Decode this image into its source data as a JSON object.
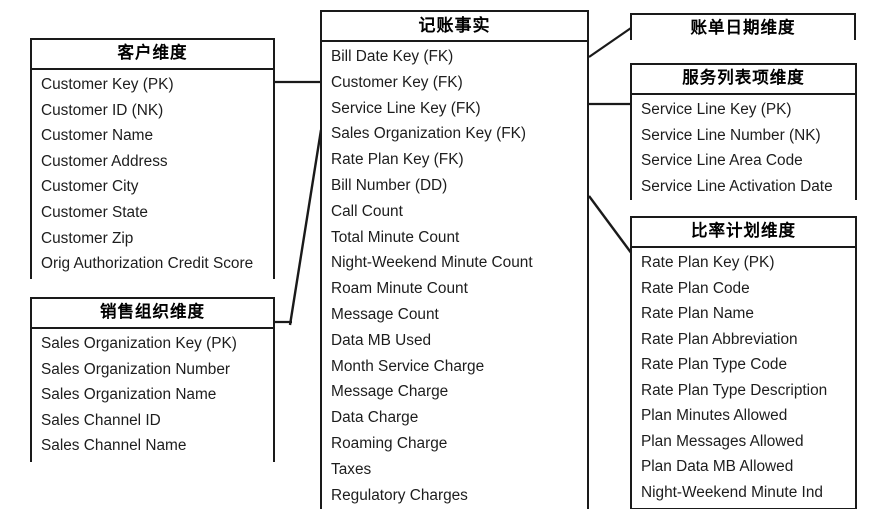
{
  "diagram": {
    "type": "star-schema",
    "title_visible": false,
    "line_color": "#1a1a1a",
    "background": "#ffffff",
    "text_color": "#1d1d1d"
  },
  "entities": {
    "customer": {
      "title": "客户维度",
      "fields": [
        "Customer Key (PK)",
        "Customer ID (NK)",
        "Customer Name",
        "Customer Address",
        "Customer City",
        "Customer State",
        "Customer Zip",
        "Orig Authorization Credit Score"
      ]
    },
    "sales_organization": {
      "title": "销售组织维度",
      "fields": [
        "Sales Organization Key (PK)",
        "Sales Organization Number",
        "Sales Organization Name",
        "Sales Channel ID",
        "Sales Channel Name"
      ]
    },
    "fact": {
      "title": "记账事实",
      "fields": [
        "Bill Date Key (FK)",
        "Customer Key (FK)",
        "Service Line Key (FK)",
        "Sales Organization Key (FK)",
        "Rate Plan Key (FK)",
        "Bill Number (DD)",
        "Call Count",
        "Total Minute Count",
        "Night-Weekend Minute Count",
        "Roam Minute Count",
        "Message Count",
        "Data MB Used",
        "Month Service Charge",
        "Message Charge",
        "Data Charge",
        "Roaming Charge",
        "Taxes",
        "Regulatory Charges"
      ]
    },
    "bill_date": {
      "title": "账单日期维度",
      "fields": []
    },
    "service_line": {
      "title": "服务列表项维度",
      "fields": [
        "Service Line Key (PK)",
        "Service Line Number (NK)",
        "Service Line Area Code",
        "Service Line Activation Date"
      ]
    },
    "rate_plan": {
      "title": "比率计划维度",
      "fields": [
        "Rate Plan Key (PK)",
        "Rate Plan Code",
        "Rate Plan Name",
        "Rate Plan Abbreviation",
        "Rate Plan Type Code",
        "Rate Plan Type Description",
        "Plan Minutes Allowed",
        "Plan Messages Allowed",
        "Plan Data MB Allowed",
        "Night-Weekend Minute Ind"
      ]
    }
  },
  "relationships": [
    {
      "name": "customer-to-fact",
      "from": "customer",
      "to": "fact"
    },
    {
      "name": "sales-organization-to-fact",
      "from": "sales_organization",
      "to": "fact"
    },
    {
      "name": "fact-to-bill-date",
      "from": "fact",
      "to": "bill_date"
    },
    {
      "name": "fact-to-service-line",
      "from": "fact",
      "to": "service_line"
    },
    {
      "name": "fact-to-rate-plan",
      "from": "fact",
      "to": "rate_plan"
    }
  ]
}
